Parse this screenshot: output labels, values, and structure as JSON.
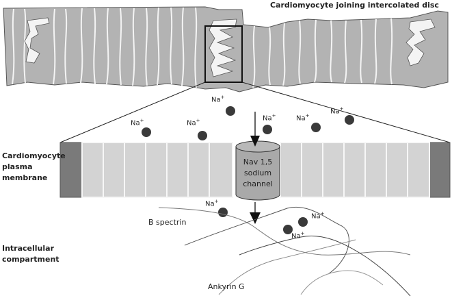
{
  "title": "Cardiomyocyte joining intercolated disc",
  "labels": {
    "membrane_line1": "Cardiomyocyte",
    "membrane_line2": "plasma",
    "membrane_line3": "membrane",
    "intracellular_line1": "Intracellular",
    "intracellular_line2": "compartment",
    "b_spectrin": "B spectrin",
    "ankyrin": "Ankyrin G"
  },
  "channel": {
    "line1": "Nav 1,5",
    "line2": "sodium",
    "line3": "channel"
  },
  "ion": {
    "symbol": "Na",
    "charge": "+"
  },
  "colors": {
    "cell_fill": "#b3b3b3",
    "membrane_light": "#d3d3d3",
    "membrane_dark": "#7a7a7a",
    "ion_dot": "#3a3a3a"
  }
}
